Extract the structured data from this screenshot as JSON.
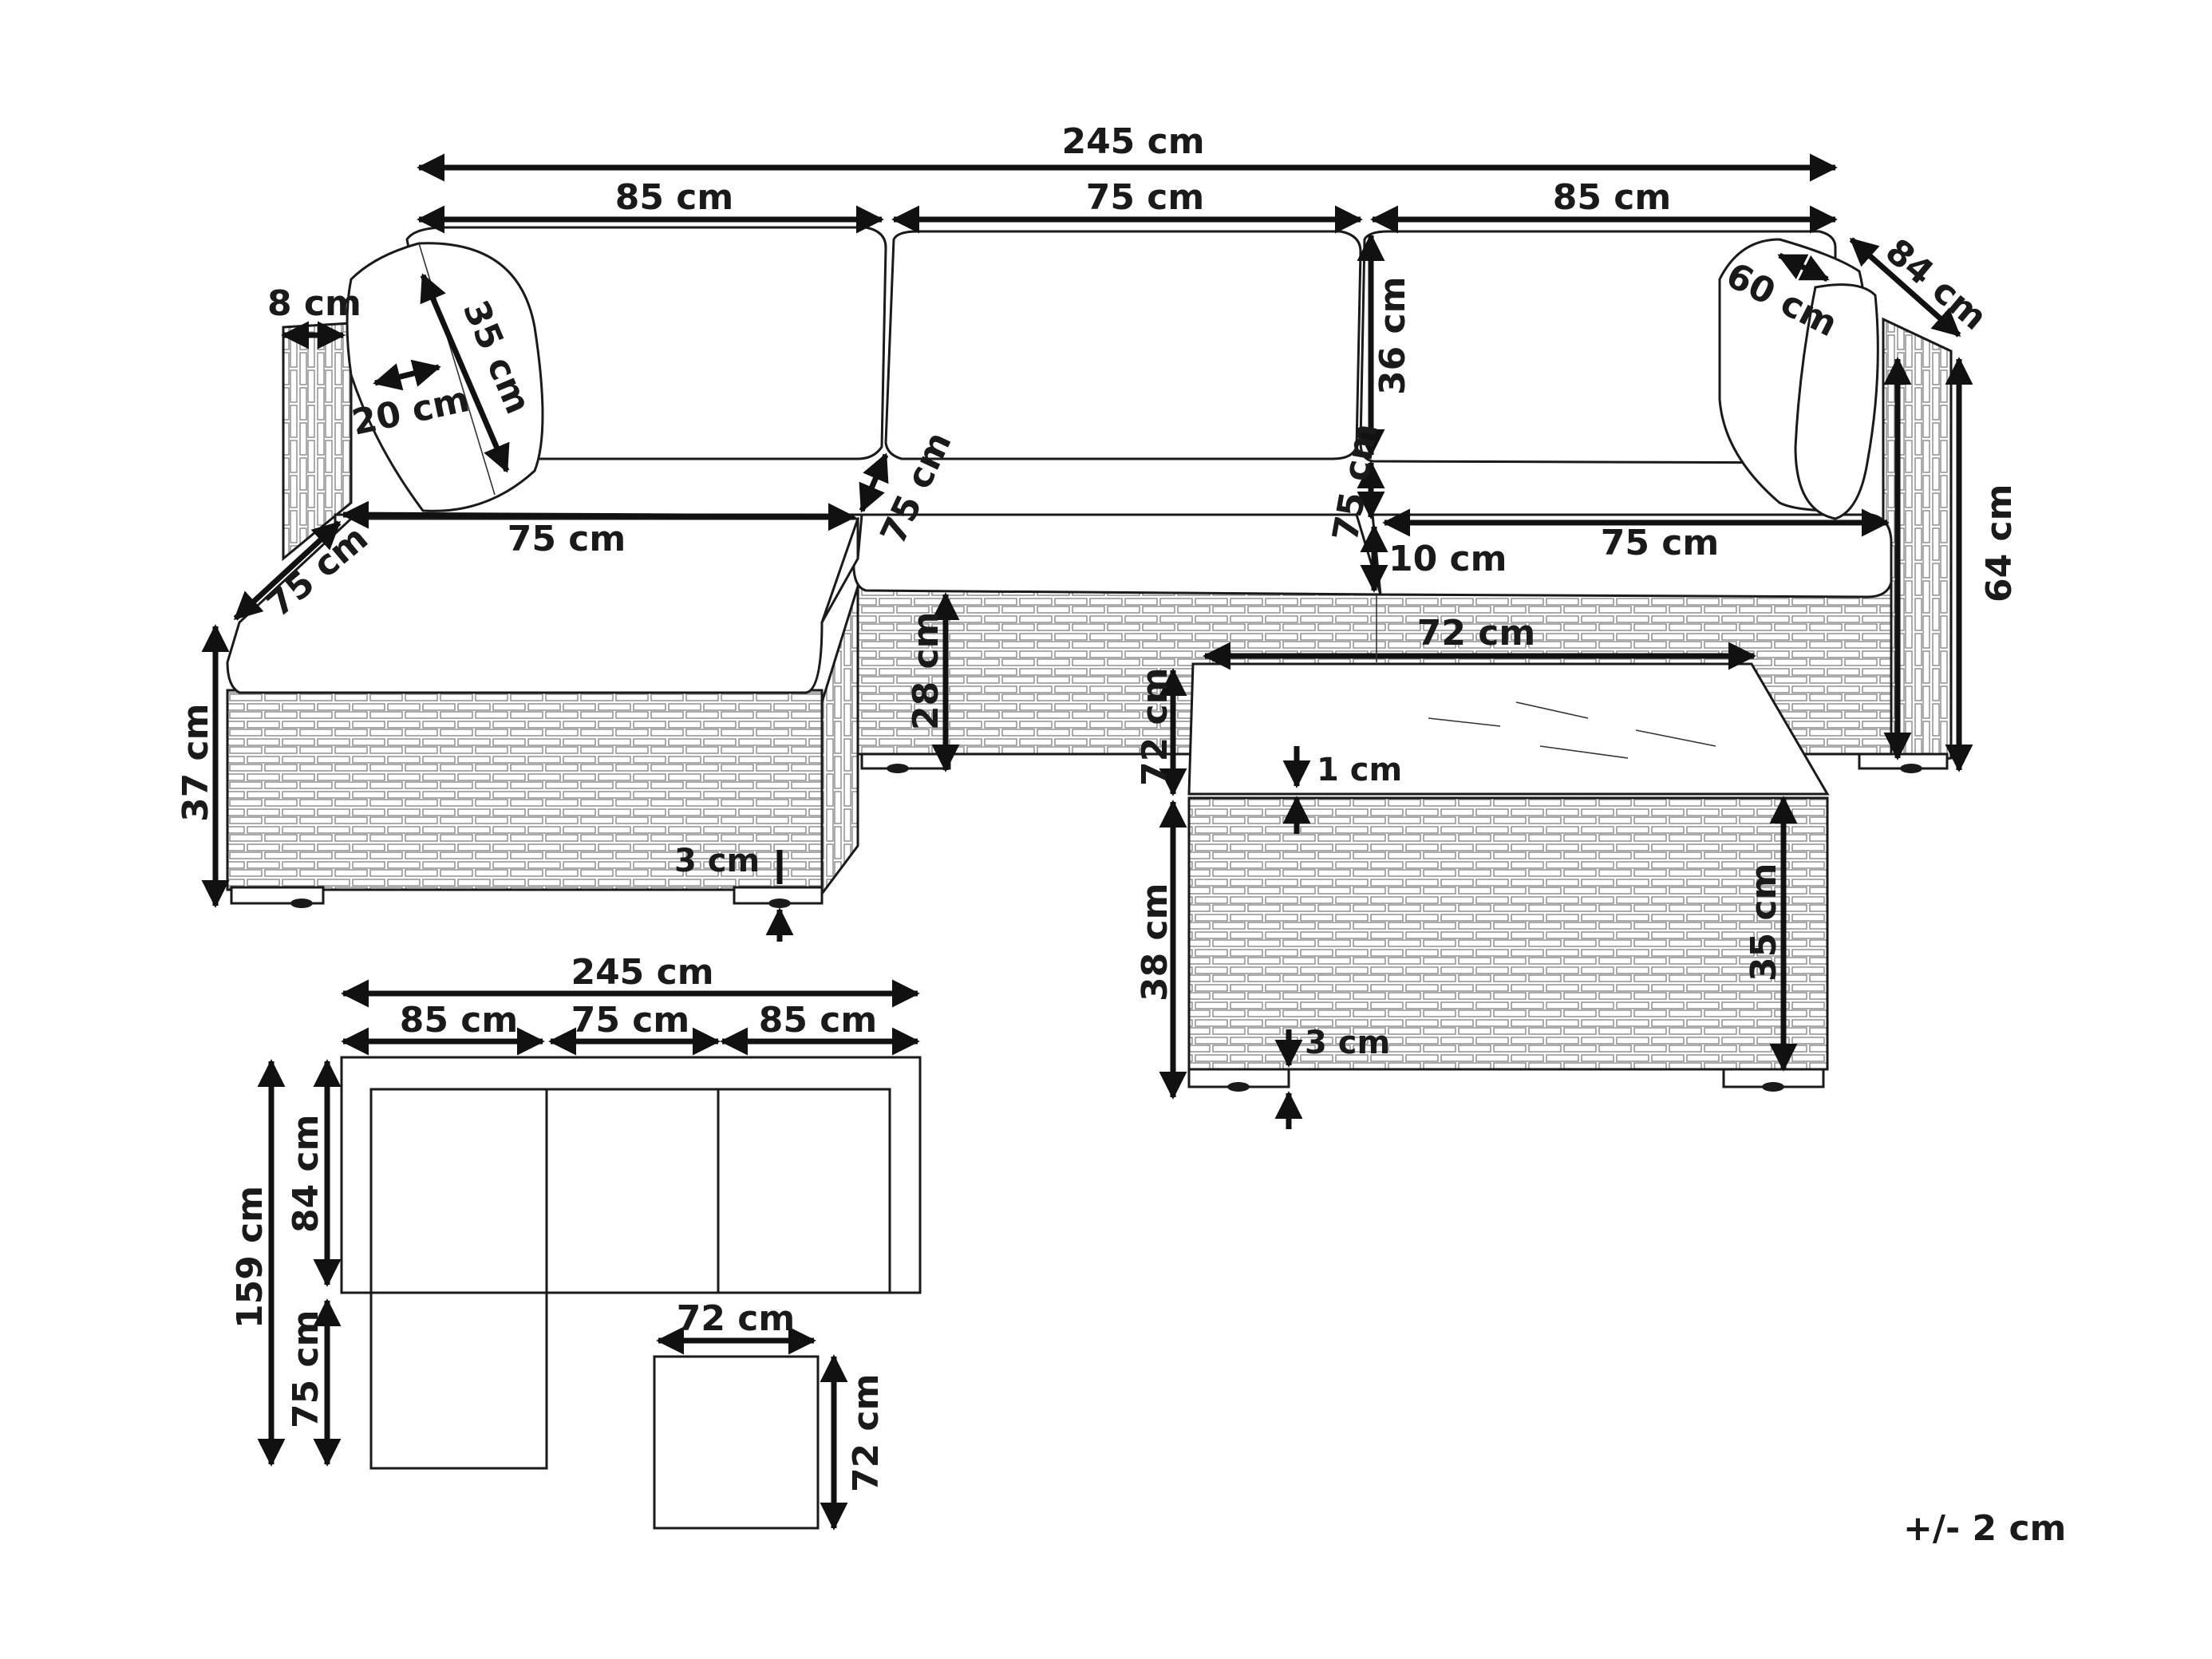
{
  "perspective": {
    "overall_width": "245 cm",
    "left_seat_width": "85 cm",
    "middle_seat_width": "75 cm",
    "right_seat_width": "85 cm",
    "overall_depth": "84 cm",
    "armrest_width": "8 cm",
    "pillow_height": "35 cm",
    "pillow_thickness": "20 cm",
    "right_pillow": "60 cm",
    "ottoman_width": "75 cm",
    "ottoman_depth": "75 cm",
    "seat_depth_mid": "75 cm",
    "backrest_height": "36 cm",
    "seat_depth_right": "75 cm",
    "cushion_thickness": "10 cm",
    "right_seat_inner": "75 cm",
    "total_height": "64 cm",
    "ottoman_height": "37 cm",
    "ottoman_feet": "3 cm",
    "base_height": "28 cm",
    "table_width": "72 cm",
    "table_depth": "72 cm",
    "glass_thickness": "1 cm",
    "table_height": "38 cm",
    "table_body": "35 cm",
    "table_feet": "3 cm"
  },
  "top_view": {
    "overall_width": "245 cm",
    "left_width": "85 cm",
    "middle_width": "75 cm",
    "right_width": "85 cm",
    "total_depth": "159 cm",
    "sofa_depth": "84 cm",
    "ottoman_depth": "75 cm",
    "table_width": "72 cm",
    "table_depth": "72 cm"
  },
  "tolerance": "+/- 2 cm"
}
